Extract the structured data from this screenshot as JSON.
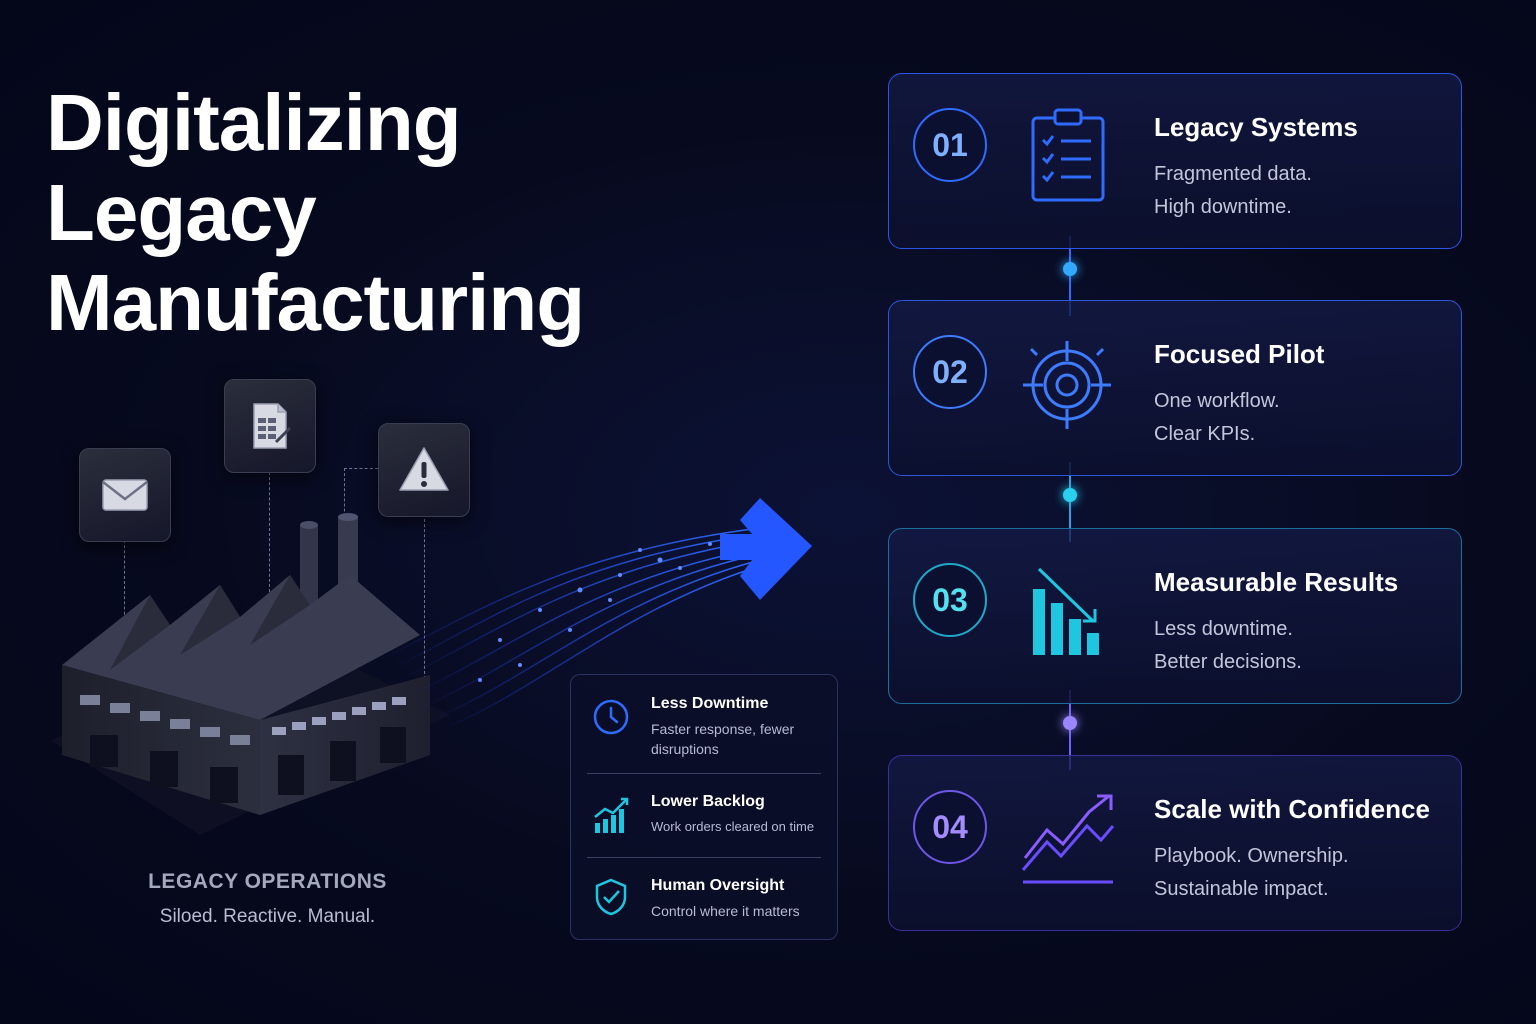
{
  "title": {
    "line1": "Digitalizing",
    "line2": "Legacy",
    "line3": "Manufacturing"
  },
  "legacy": {
    "icons": [
      "envelope-icon",
      "spreadsheet-icon",
      "warning-icon"
    ],
    "label": "LEGACY OPERATIONS",
    "subtitle": "Siloed. Reactive. Manual."
  },
  "benefits": [
    {
      "icon": "clock-icon",
      "title": "Less Downtime",
      "desc": "Faster response, fewer disruptions"
    },
    {
      "icon": "bar-chart-up-icon",
      "title": "Lower Backlog",
      "desc": "Work orders cleared on time"
    },
    {
      "icon": "shield-check-icon",
      "title": "Human Oversight",
      "desc": "Control where it matters"
    }
  ],
  "steps": [
    {
      "num": "01",
      "title": "Legacy Systems",
      "desc": [
        "Fragmented data.",
        "High downtime."
      ],
      "icon": "clipboard-checklist-icon",
      "color": "#2f6bff"
    },
    {
      "num": "02",
      "title": "Focused Pilot",
      "desc": [
        "One workflow.",
        "Clear KPIs."
      ],
      "icon": "target-icon",
      "color": "#3d7bff"
    },
    {
      "num": "03",
      "title": "Measurable Results",
      "desc": [
        "Less downtime.",
        "Better decisions."
      ],
      "icon": "bar-chart-down-icon",
      "color": "#1fc6e0"
    },
    {
      "num": "04",
      "title": "Scale with Confidence",
      "desc": [
        "Playbook. Ownership.",
        "Sustainable impact."
      ],
      "icon": "trend-up-icon",
      "color": "#8a5cff"
    }
  ],
  "colors": {
    "background": "#070a1e",
    "accent_blue": "#2f6bff",
    "accent_cyan": "#1fc6e0",
    "accent_purple": "#8a5cff"
  }
}
